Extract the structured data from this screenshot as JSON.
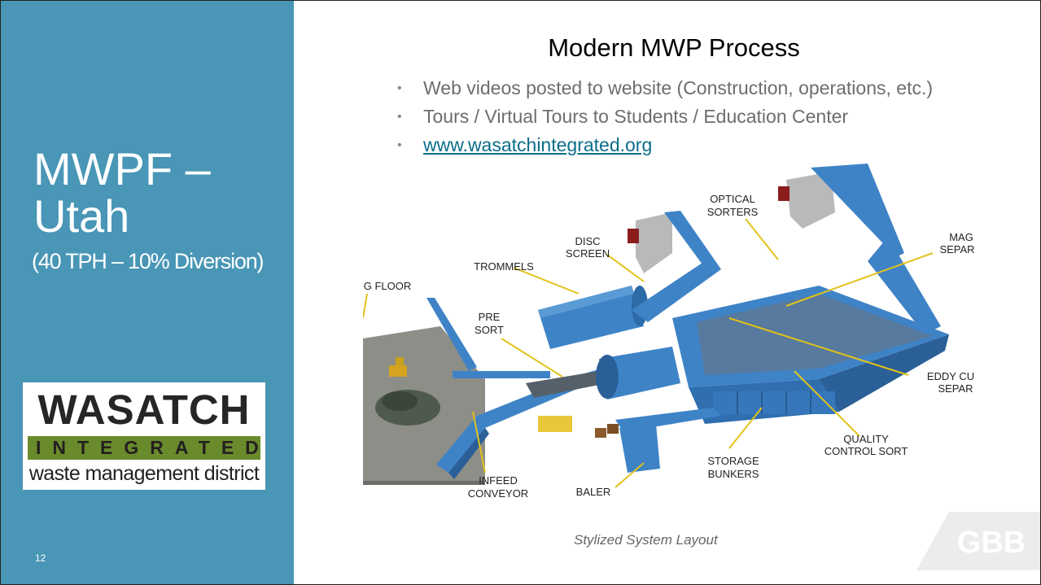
{
  "sidebar": {
    "title_line1": "MWPF –",
    "title_line2": "Utah",
    "subtitle": "(40 TPH – 10% Diversion)",
    "page_number": "12",
    "color": "#4996b6"
  },
  "logo": {
    "line1": "WASATCH",
    "line2": "INTEGRATED",
    "line3": "waste management district",
    "band_color": "#6a8b2b"
  },
  "main": {
    "title": "Modern MWP Process",
    "bullets": [
      "Web videos posted to website (Construction, operations, etc.)",
      "Tours / Virtual Tours to Students / Education Center"
    ],
    "link": "www.wasatchintegrated.org",
    "caption": "Stylized System Layout"
  },
  "diagram_labels": {
    "tipping_floor": "G FLOOR",
    "trommels": "TROMMELS",
    "disc_screen_1": "DISC",
    "disc_screen_2": "SCREEN",
    "optical_1": "OPTICAL",
    "optical_2": "SORTERS",
    "mag_1": "MAG",
    "mag_2": "SEPAR",
    "pre_sort_1": "PRE",
    "pre_sort_2": "SORT",
    "eddy_1": "EDDY CU",
    "eddy_2": "SEPAR",
    "quality_1": "QUALITY",
    "quality_2": "CONTROL SORT",
    "storage_1": "STORAGE",
    "storage_2": "BUNKERS",
    "infeed_1": "INFEED",
    "infeed_2": "CONVEYOR",
    "baler": "BALER"
  },
  "brand": {
    "mark": "GBB"
  }
}
